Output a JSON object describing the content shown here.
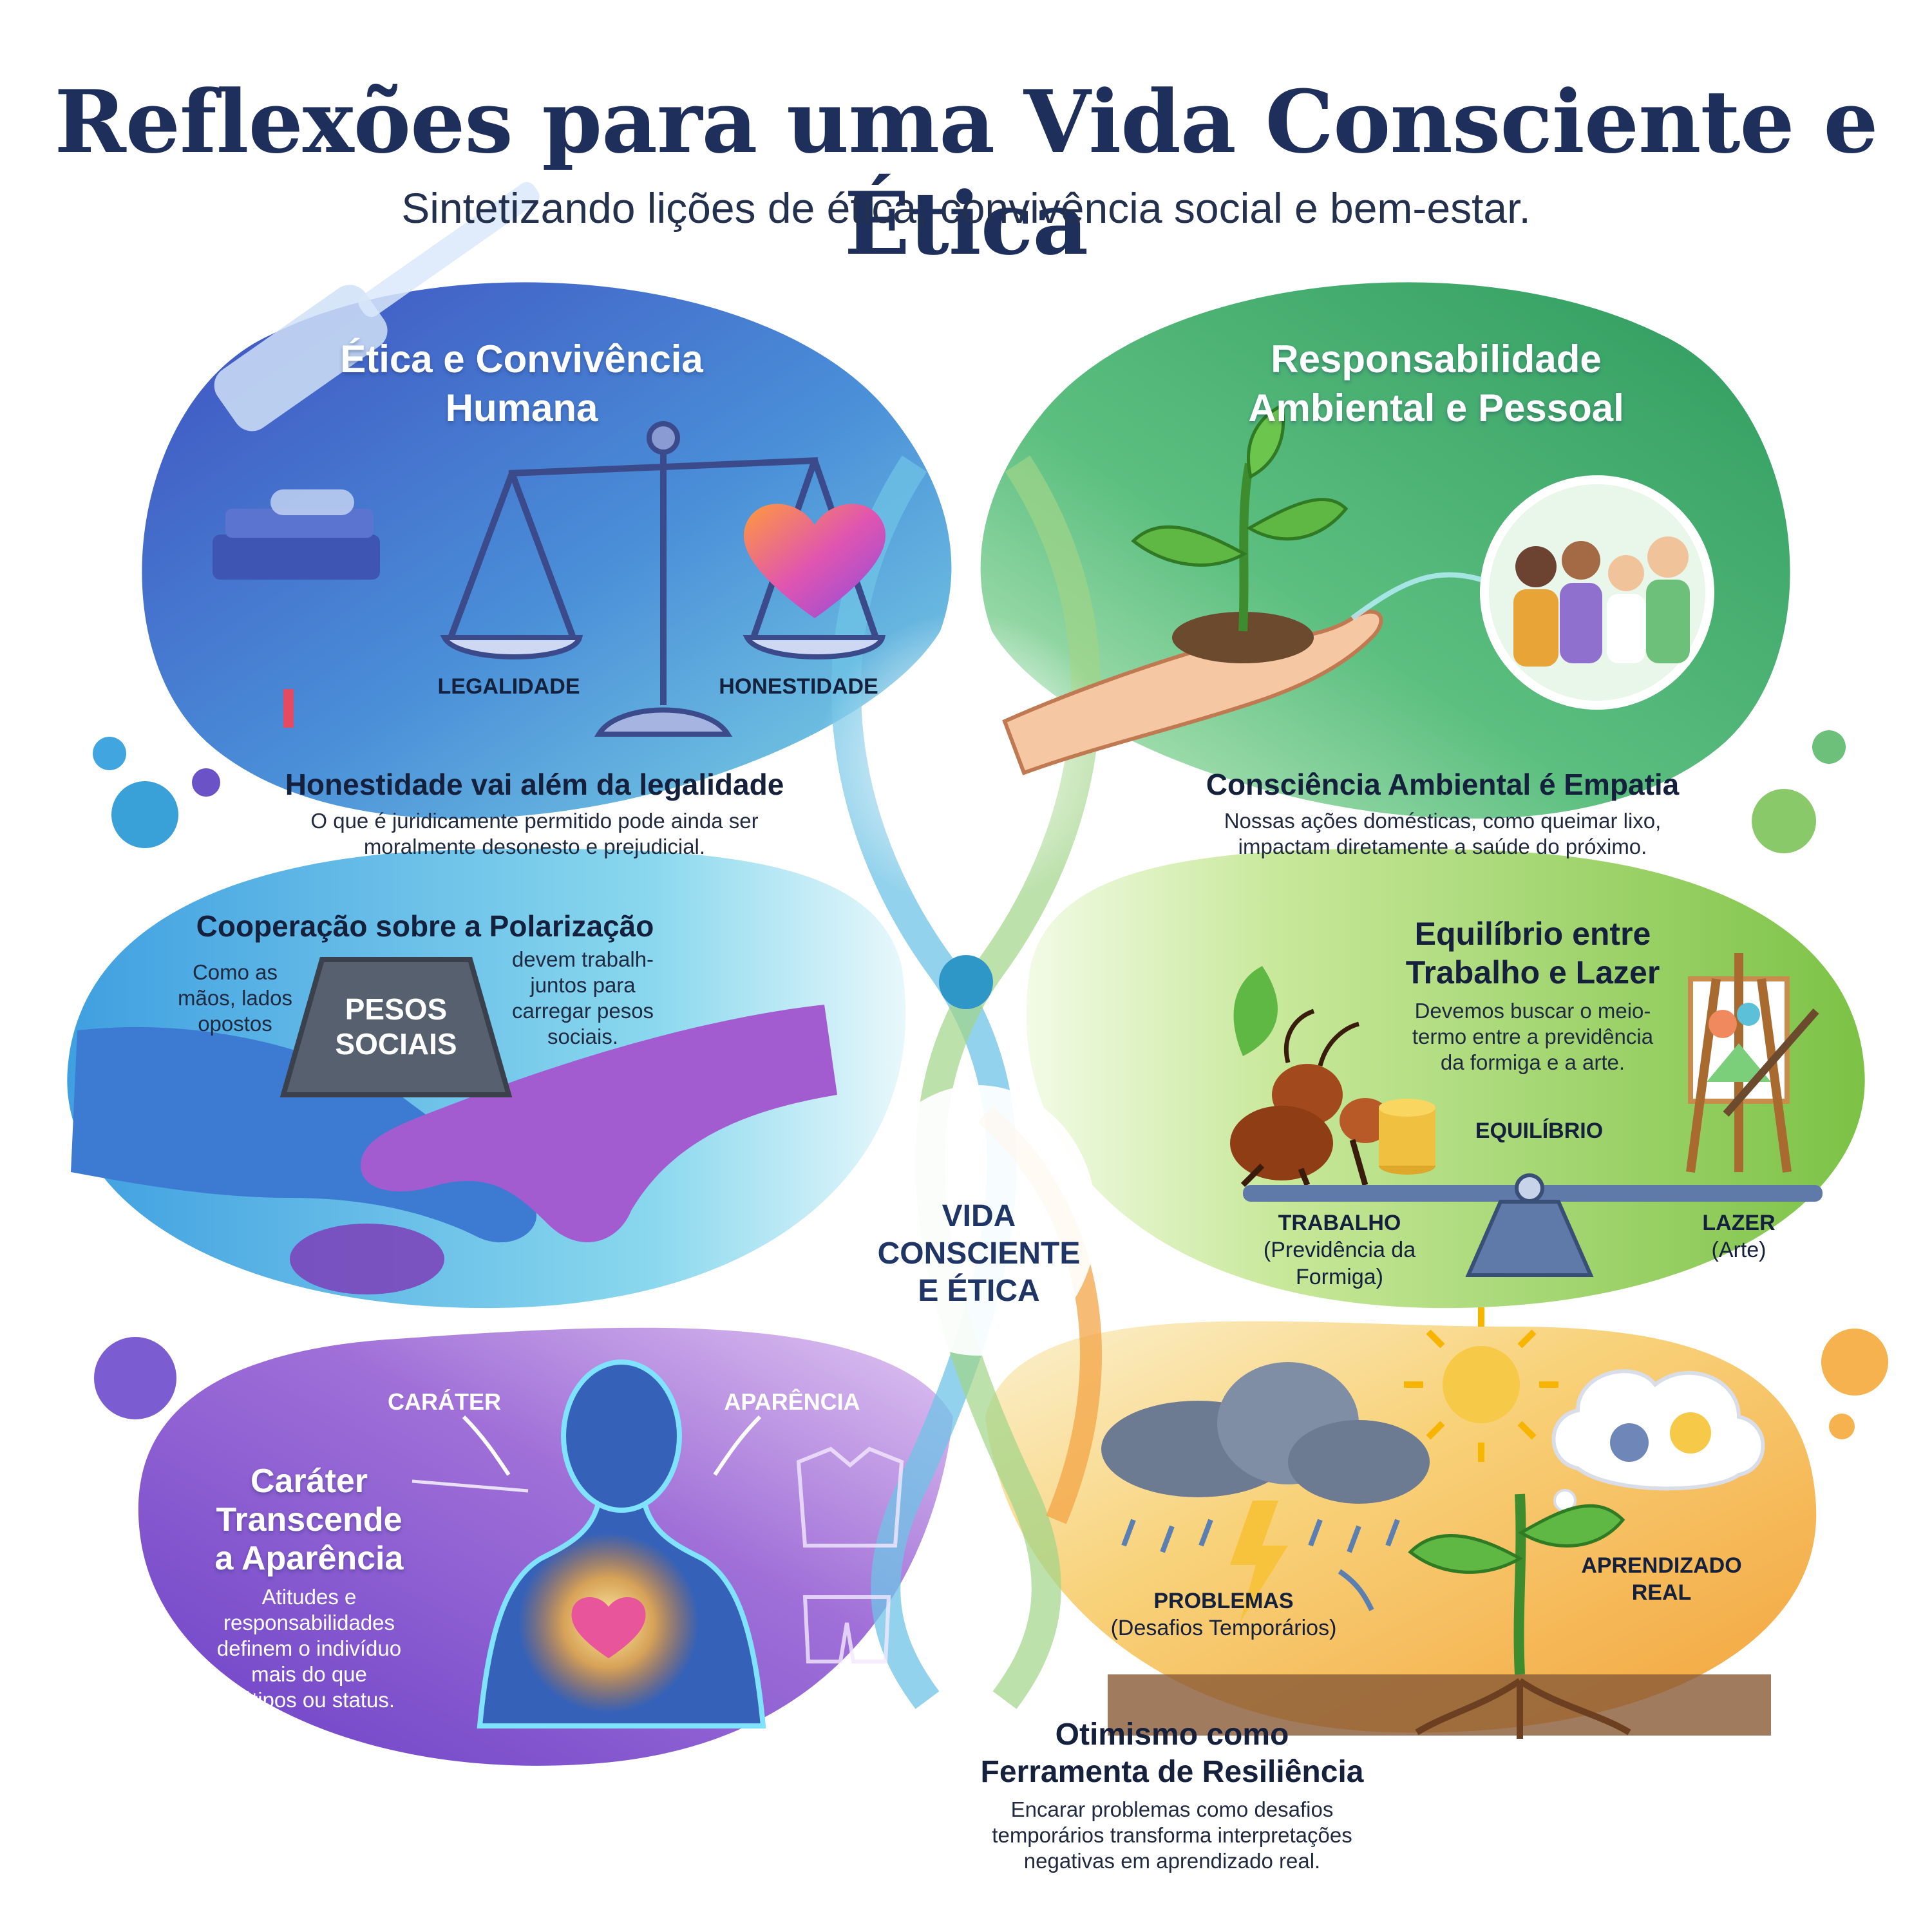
{
  "header": {
    "title": "Reflexões para uma Vida Consciente e Ética",
    "subtitle": "Sintetizando lições de ética, convivência social e bem-estar."
  },
  "center": {
    "label_line1": "VIDA",
    "label_line2": "CONSCIENTE",
    "label_line3": "E ÉTICA"
  },
  "sections": {
    "etica": {
      "title_line1": "Ética e Convivência",
      "title_line2": "Humana",
      "label_left": "LEGALIDADE",
      "label_right": "HONESTIDADE",
      "heading": "Honestidade vai além da legalidade",
      "body_line1": "O que é juridicamente permitido pode ainda ser",
      "body_line2": "moralmente desonesto e prejudicial.",
      "color": "#4a63c8"
    },
    "ambiental": {
      "title_line1": "Responsabilidade",
      "title_line2": "Ambiental e Pessoal",
      "heading": "Consciência Ambiental é Empatia",
      "body_line1": "Nossas ações domésticas, como queimar lixo,",
      "body_line2": "impactam diretamente a saúde do próximo.",
      "color": "#3fa06a"
    },
    "cooperacao": {
      "heading": "Cooperação sobre a Polarização",
      "left_line1": "Como as",
      "left_line2": "mãos, lados",
      "left_line3": "opostos",
      "weight_line1": "PESOS",
      "weight_line2": "SOCIAIS",
      "right_line1": "devem trabalh-",
      "right_line2": "juntos para",
      "right_line3": "carregar pesos",
      "right_line4": "sociais.",
      "color": "#4fa8e0"
    },
    "equilibrio": {
      "heading_line1": "Equilíbrio entre",
      "heading_line2": "Trabalho e Lazer",
      "body_line1": "Devemos buscar o meio-",
      "body_line2": "termo entre a previdência",
      "body_line3": "da formiga e a arte.",
      "balance_label": "EQUILÍBRIO",
      "work_label": "TRABALHO",
      "work_sub1": "(Previdência da",
      "work_sub2": "Formiga)",
      "leisure_label": "LAZER",
      "leisure_sub": "(Arte)",
      "color": "#8cc850"
    },
    "carater": {
      "label_left": "CARÁTER",
      "label_right": "APARÊNCIA",
      "heading_line1": "Caráter",
      "heading_line2": "Transcende",
      "heading_line3": "a Aparência",
      "body_line1": "Atitudes e",
      "body_line2": "responsabilidades",
      "body_line3": "definem o indivíduo",
      "body_line4": "mais do que",
      "body_line5": "biótipos ou status.",
      "color": "#8a5cd0"
    },
    "otimismo": {
      "problems_label": "PROBLEMAS",
      "problems_sub": "(Desafios Temporários)",
      "learning_line1": "APRENDIZADO",
      "learning_line2": "REAL",
      "heading_line1": "Otimismo como",
      "heading_line2": "Ferramenta de Resiliência",
      "body_line1": "Encarar problemas como desafios",
      "body_line2": "temporários transforma interpretações",
      "body_line3": "negativas em aprendizado real.",
      "color": "#f0a53c"
    }
  }
}
